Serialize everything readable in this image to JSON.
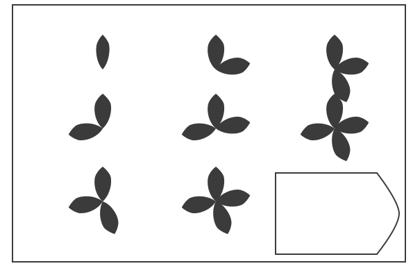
{
  "puzzle": {
    "colors": {
      "petal": "#3b3b3b",
      "frame": "#3c3c3c",
      "background": "#ffffff"
    },
    "grid": {
      "rows": 3,
      "cols": 3,
      "missing_cell": "row-3-col-3"
    },
    "petal_directions": [
      "up",
      "right",
      "down",
      "left"
    ],
    "cells": [
      {
        "id": "row-1-col-1",
        "petals": [
          "up"
        ]
      },
      {
        "id": "row-1-col-2",
        "petals": [
          "up",
          "right"
        ]
      },
      {
        "id": "row-1-col-3",
        "petals": [
          "up",
          "right",
          "down"
        ]
      },
      {
        "id": "row-2-col-1",
        "petals": [
          "up",
          "left"
        ]
      },
      {
        "id": "row-2-col-2",
        "petals": [
          "up",
          "right",
          "left"
        ]
      },
      {
        "id": "row-2-col-3",
        "petals": [
          "up",
          "right",
          "down",
          "left"
        ]
      },
      {
        "id": "row-3-col-1",
        "petals": [
          "up",
          "down",
          "left"
        ]
      },
      {
        "id": "row-3-col-2",
        "petals": [
          "up",
          "right",
          "down",
          "left"
        ]
      }
    ],
    "answer_placeholder": {
      "id": "row-3-col-3",
      "shape": "pentagon-arrow-outline",
      "content": ""
    }
  }
}
